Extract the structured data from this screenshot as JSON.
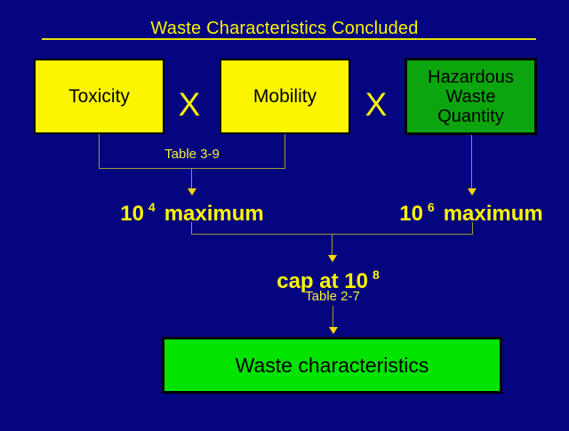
{
  "slide": {
    "title": "Waste Characteristics Concluded",
    "colors": {
      "background": "#05057f",
      "accent_yellow": "#fdf500",
      "factor_box_yellow": "#fbf600",
      "hazard_box_green": "#0da50d",
      "result_box_green": "#00e400",
      "connector_olive": "#9c9c2e",
      "arrowhead_yellow": "#ffd700"
    },
    "factors": {
      "toxicity_label": "Toxicity",
      "mobility_label": "Mobility",
      "hazardous": {
        "line1": "Hazardous",
        "line2": "Waste",
        "line3": "Quantity"
      },
      "multiply_symbol": "X"
    },
    "annotations": {
      "table_3_9": "Table 3-9",
      "table_2_7": "Table 2-7"
    },
    "caps": {
      "left": {
        "base": "10",
        "exponent": "4",
        "suffix": "maximum"
      },
      "right": {
        "base": "10",
        "exponent": "6",
        "suffix": "maximum"
      },
      "final": {
        "prefix": "cap at ",
        "base": "10",
        "exponent": "8"
      }
    },
    "result": {
      "label": "Waste characteristics"
    }
  }
}
